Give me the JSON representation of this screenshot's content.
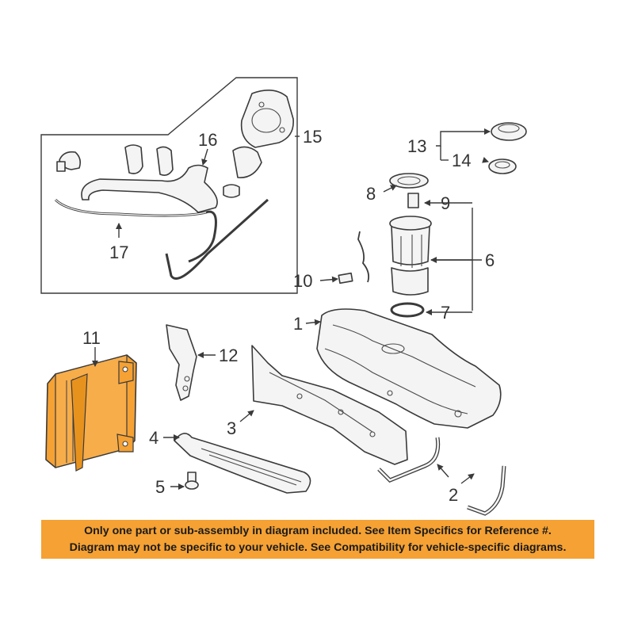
{
  "callouts": {
    "c1": "1",
    "c2": "2",
    "c3": "3",
    "c4": "4",
    "c5": "5",
    "c6": "6",
    "c7": "7",
    "c8": "8",
    "c9": "9",
    "c10": "10",
    "c11": "11",
    "c12": "12",
    "c13": "13",
    "c14": "14",
    "c15": "15",
    "c16": "16",
    "c17": "17"
  },
  "highlight_color": "#f5a133",
  "highlighted_part": "11",
  "notice": {
    "line1": "Only one part or sub-assembly in diagram included. See Item Specifics for Reference #.",
    "line2": "Diagram may not be specific to your vehicle. See Compatibility for vehicle-specific diagrams."
  }
}
